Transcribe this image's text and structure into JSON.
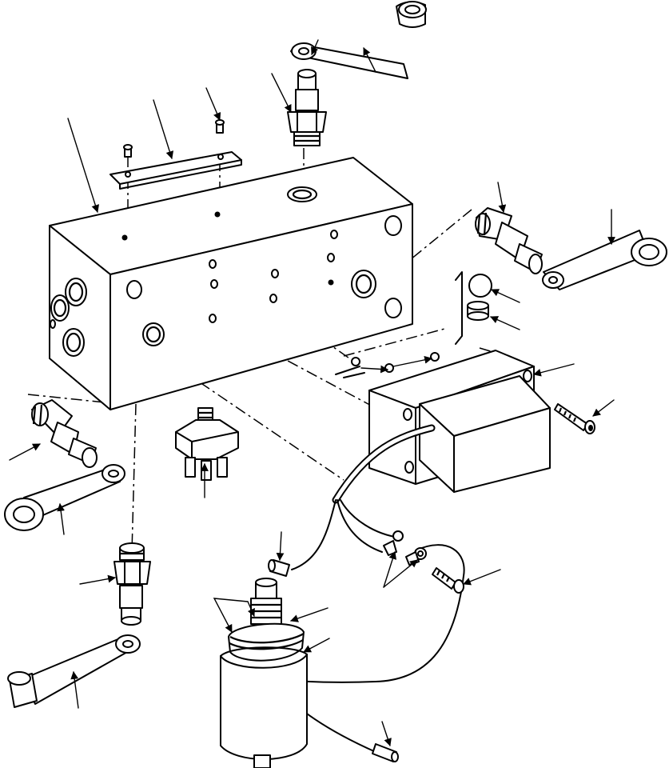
{
  "diagram": {
    "type": "exploded-parts-illustration",
    "labels_printed": false,
    "parts": [
      "manifold-block",
      "solenoid-valve",
      "junction-box",
      "pressure-switch",
      "hose-fitting",
      "dust-cap",
      "gasket-plate",
      "capscrew",
      "check-ball",
      "seal-ring",
      "wiring-harness",
      "ring-terminal",
      "bullet-connector"
    ]
  }
}
